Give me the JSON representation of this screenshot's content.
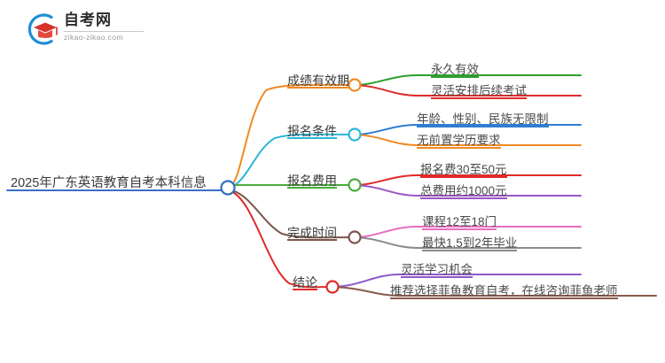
{
  "header": {
    "logo_icon": "graduation-cap-logo-icon",
    "brand_title": "自考网",
    "brand_domain": "zikao-zikao.com",
    "brand_arc_color": "#1f8fd6",
    "brand_cap_color": "#d6322a"
  },
  "mindmap": {
    "root": {
      "label": "2025年广东英语教育自考本科信息",
      "underline_color": "#3b6fc4",
      "hub_color": "#2f6fc0"
    },
    "branches": [
      {
        "label": "成绩有效期",
        "color": "#ef8a23",
        "node_color": "#ef8a23",
        "children": [
          {
            "label": "永久有效",
            "color": "#2f9e2f"
          },
          {
            "label": "灵活安排后续考试",
            "color": "#e02a2a"
          }
        ]
      },
      {
        "label": "报名条件",
        "color": "#2bb8d8",
        "node_color": "#2bb8d8",
        "children": [
          {
            "label": "年龄、性别、民族无限制",
            "color": "#2f7fd0"
          },
          {
            "label": "无前置学历要求",
            "color": "#ef8a23"
          }
        ]
      },
      {
        "label": "报名费用",
        "color": "#4aab3c",
        "node_color": "#4aab3c",
        "children": [
          {
            "label": "报名费30至50元",
            "color": "#e02a2a"
          },
          {
            "label": "总费用约1000元",
            "color": "#9b57c4"
          }
        ]
      },
      {
        "label": "完成时间",
        "color": "#7b5549",
        "node_color": "#7b5549",
        "children": [
          {
            "label": "课程12至18门",
            "color": "#e46fc0"
          },
          {
            "label": "最快1.5到2年毕业",
            "color": "#8a8a8a"
          }
        ]
      },
      {
        "label": "结论",
        "color": "#e02a2a",
        "node_color": "#e02a2a",
        "children": [
          {
            "label": "灵活学习机会",
            "color": "#8d5ac8"
          },
          {
            "label": "推荐选择菲鱼教育自考，在线咨询菲鱼老师",
            "color": "#8a5a4a"
          }
        ]
      }
    ]
  }
}
